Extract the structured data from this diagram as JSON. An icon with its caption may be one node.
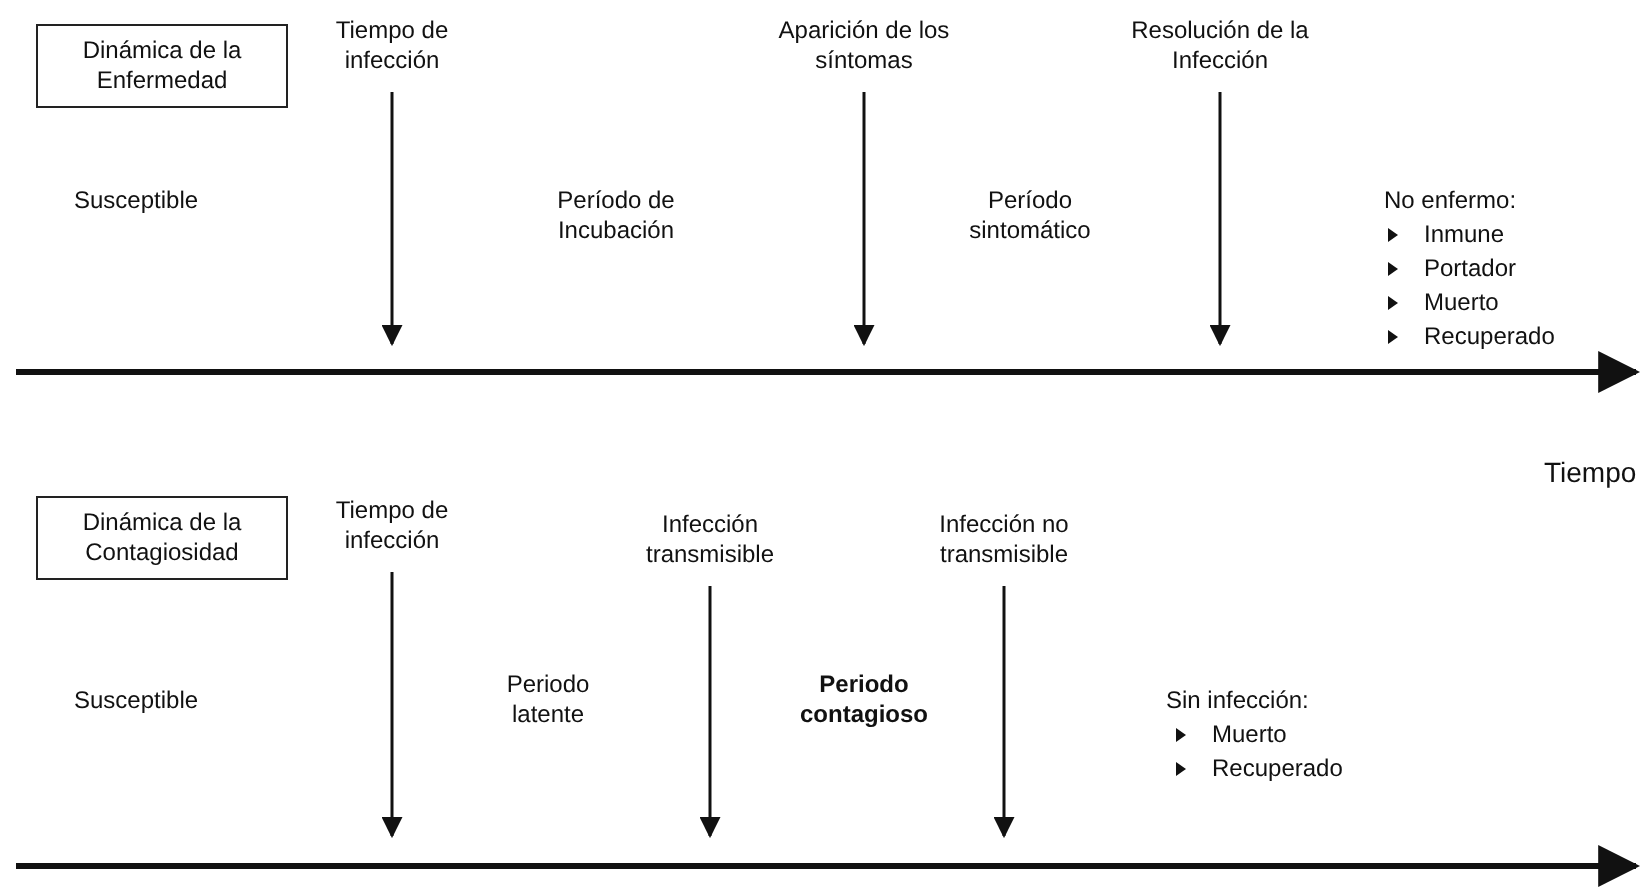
{
  "diagram": {
    "nodes": [
      {
        "text": [
          "Dinámica de la Enfermedad"
        ]
      },
      {
        "text": [
          "Tiempo de infección"
        ]
      },
      {
        "text": [
          "Aparición de los síntomas"
        ]
      },
      {
        "text": [
          "Resolución de la Infección"
        ]
      },
      {
        "text": [
          "Dinámica de la Contagiosidad"
        ]
      },
      {
        "text": [
          "Tiempo de infección"
        ]
      },
      {
        "text": [
          "Infección transmisible"
        ]
      },
      {
        "text": [
          "Infección no transmisible"
        ]
      }
    ],
    "edges": [
      {
        "from": 1,
        "to": null,
        "arrow": "to"
      },
      {
        "from": 2,
        "to": null,
        "arrow": "to"
      },
      {
        "from": 3,
        "to": null,
        "arrow": "to"
      },
      {
        "from": 5,
        "to": null,
        "arrow": "to"
      },
      {
        "from": 6,
        "to": null,
        "arrow": "to"
      },
      {
        "from": 7,
        "to": null,
        "arrow": "to"
      }
    ],
    "labels": [
      "Susceptible",
      "Período de Incubación",
      "Período sintomático",
      "No enfermo:",
      "Inmune",
      "Portador",
      "Muerto",
      "Recuperado",
      "Tiempo",
      "Susceptible",
      "Periodo latente",
      "Periodo contagioso",
      "Sin infección:",
      "Muerto",
      "Recuperado"
    ]
  }
}
